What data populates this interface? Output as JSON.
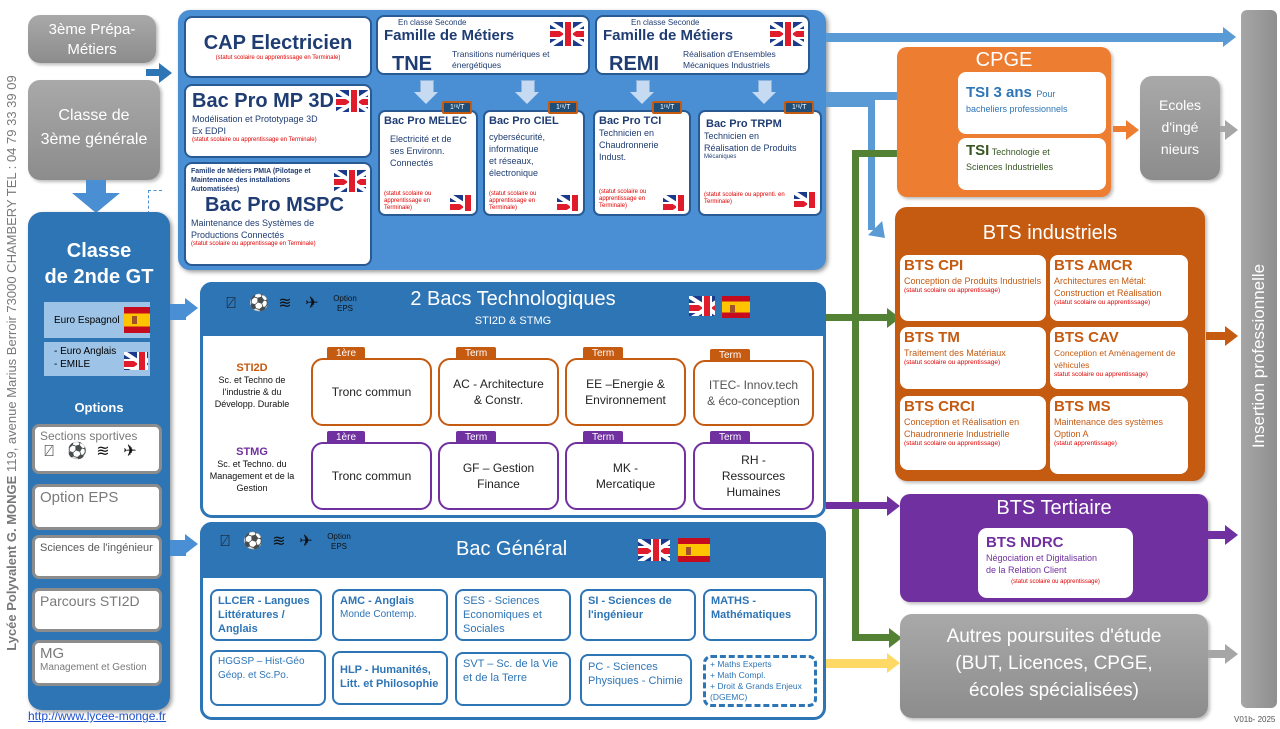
{
  "sidebar_text": {
    "school": "Lycée Polyvalent G. MONGE",
    "address": "119, avenue Marius Berroir  73000 CHAMBERY  TEL : 04 79 33 39 09",
    "website": "http://www.lycee-monge.fr"
  },
  "entry": {
    "prepa_metiers": {
      "line1": "3ème Prépa-",
      "line2": "Métiers"
    },
    "classe_3e": {
      "line1": "Classe de",
      "line2": "3ème générale"
    }
  },
  "seconde_gt": {
    "title_line1": "Classe",
    "title_line2": "de 2nde GT",
    "euro_espagnol": "Euro Espagnol",
    "euro_anglais": "- Euro Anglais",
    "emile": "- EMILE",
    "options_title": "Options",
    "options": [
      {
        "label": "Sections sportives"
      },
      {
        "label": "Option EPS"
      },
      {
        "label": "Sciences de l'ingénieur"
      },
      {
        "label": "Parcours STI2D"
      },
      {
        "label": "MG",
        "sub": "Management et Gestion"
      }
    ]
  },
  "voie_pro": {
    "cap": {
      "title": "CAP Electricien",
      "status": "(statut scolaire ou apprentissage en Terminale)"
    },
    "mp3d": {
      "title": "Bac Pro MP 3D",
      "line1": "Modélisation et Prototypage 3D",
      "line2": "Ex EDPI",
      "status": "(statut scolaire ou apprentissage en Terminale)"
    },
    "mspc": {
      "family": "Famille de Métiers PMIA (Pilotage et Maintenance des installations Automatisées)",
      "title": "Bac Pro MSPC",
      "line1": "Maintenance des Systèmes de",
      "line2": "Productions Connectés",
      "status": "(statut scolaire ou apprentissage en Terminale)"
    },
    "tne": {
      "pre": "En classe Seconde",
      "family": "Famille de Métiers",
      "code": "TNE",
      "desc1": "Transitions numériques et",
      "desc2": "énergétiques"
    },
    "remi": {
      "pre": "En classe Seconde",
      "family": "Famille de Métiers",
      "code": "REMI",
      "desc1": "Réalisation d'Ensembles",
      "desc2": "Mécaniques Industriels"
    },
    "badge": "1ʳᵉ/T",
    "bac_pros": [
      {
        "title": "Bac Pro MELEC",
        "desc": [
          "Electricité et de",
          "ses Environn.",
          "Connectés"
        ],
        "status": "(statut scolaire ou apprentissage en Terminale)"
      },
      {
        "title": "Bac Pro CIEL",
        "desc": [
          "cybersécurité,",
          "informatique",
          "et réseaux,",
          "électronique"
        ],
        "status": "(statut scolaire ou apprentissage en Terminale)"
      },
      {
        "title": "Bac Pro TCI",
        "desc": [
          "Technicien en",
          "Chaudronnerie",
          "Indust."
        ],
        "status": "(statut scolaire ou apprentissage en Terminale)"
      },
      {
        "title": "Bac Pro TRPM",
        "desc": [
          "Technicien en",
          "Réalisation de Produits",
          "Mécaniques"
        ],
        "status": "(statut scolaire ou apprenti. en Terminale)"
      }
    ]
  },
  "bac_techno": {
    "option_eps": "Option EPS",
    "title": "2 Bacs Technologiques",
    "subtitle": "STI2D & STMG",
    "sti2d": {
      "name": "STI2D",
      "desc": "Sc. et Techno de l'industrie & du Développ. Durable",
      "cells": [
        {
          "tag": "1ère",
          "text": "Tronc commun"
        },
        {
          "tag": "Term",
          "text": "AC - Architecture & Constr."
        },
        {
          "tag": "Term",
          "text": "EE –Energie & Environnement"
        },
        {
          "tag": "Term",
          "text": "ITEC- Innov.tech & éco-conception"
        }
      ]
    },
    "stmg": {
      "name": "STMG",
      "desc": "Sc. et Techno. du Management et de la Gestion",
      "cells": [
        {
          "tag": "1ère",
          "text": "Tronc commun"
        },
        {
          "tag": "Term",
          "text": "GF – Gestion Finance"
        },
        {
          "tag": "Term",
          "text": "MK - Mercatique"
        },
        {
          "tag": "Term",
          "text": "RH - Ressources Humaines"
        }
      ]
    }
  },
  "bac_general": {
    "option_eps": "Option EPS",
    "title": "Bac Général",
    "specialites": [
      {
        "bold": "LLCER - Langues Littératures / Anglais",
        "normal": ""
      },
      {
        "bold": "AMC - Anglais",
        "normal": "Monde Contemp."
      },
      {
        "bold": "SES - Sciences Economiques et Sociales",
        "normal": ""
      },
      {
        "bold": "SI - Sciences de l'ingénieur",
        "normal": ""
      },
      {
        "bold": "MATHS - Mathématiques",
        "normal": ""
      },
      {
        "bold": "HGGSP – Hist-Géo Géop. et Sc.Po.",
        "normal": ""
      },
      {
        "bold": "HLP - Humanités, Litt. et Philosophie",
        "normal": ""
      },
      {
        "bold": "SVT – Sc. de la Vie et de la Terre",
        "normal": ""
      },
      {
        "bold": "PC - Sciences Physiques - Chimie",
        "normal": ""
      }
    ],
    "options_extra": [
      "+ Maths Experts",
      "+ Math Compl.",
      "+ Droit & Grands Enjeux",
      "(DGEMC)"
    ]
  },
  "cpge": {
    "title": "CPGE",
    "tsi3": {
      "title": "TSI 3 ans",
      "pour": "Pour",
      "desc": "bacheliers professionnels"
    },
    "tsi": {
      "title": "TSI",
      "desc1": "Technologie et",
      "desc2": "Sciences Industrielles"
    }
  },
  "ecoles": {
    "line1": "Ecoles",
    "line2": "d'ingé",
    "line3": "nieurs"
  },
  "bts_industriels": {
    "title": "BTS industriels",
    "items": [
      {
        "title": "BTS CPI",
        "desc": "Conception de Produits Industriels",
        "status": "(statut scolaire ou apprentissage)"
      },
      {
        "title": "BTS AMCR",
        "desc": "Architectures en Métal: Construction et Réalisation",
        "status": "(statut scolaire ou apprentissage)"
      },
      {
        "title": "BTS TM",
        "desc": "Traitement des Matériaux",
        "status": "(statut scolaire ou apprentissage)"
      },
      {
        "title": "BTS CAV",
        "desc": "Conception et Aménagement de véhicules",
        "status": "statut scolaire ou apprentissage)"
      },
      {
        "title": "BTS CRCI",
        "desc": "Conception et Réalisation en Chaudronnerie Industrielle",
        "status": "(statut scolaire ou apprentissage)"
      },
      {
        "title": "BTS MS",
        "desc": "Maintenance des systèmes Option A",
        "status": "(statut apprentissage)"
      }
    ]
  },
  "bts_tertiaire": {
    "title": "BTS Tertiaire",
    "ndrc": {
      "title": "BTS NDRC",
      "desc1": "Négociation et Digitalisation",
      "desc2": "de la   Relation Client",
      "status": "(statut scolaire ou apprentissage)"
    }
  },
  "autres": {
    "line1": "Autres poursuites d'étude",
    "line2": "(BUT, Licences, CPGE,",
    "line3": "écoles  spécialisées)"
  },
  "insertion": "Insertion professionnelle",
  "version": "V01b- 2025",
  "colors": {
    "blue_dark": "#2e75b6",
    "blue_panel": "#4a8fd4",
    "orange": "#ed7d31",
    "orange_dark": "#c55a11",
    "purple": "#7030a0",
    "green": "#548235",
    "grey": "#a6a6a6",
    "yellow": "#ffd966"
  }
}
